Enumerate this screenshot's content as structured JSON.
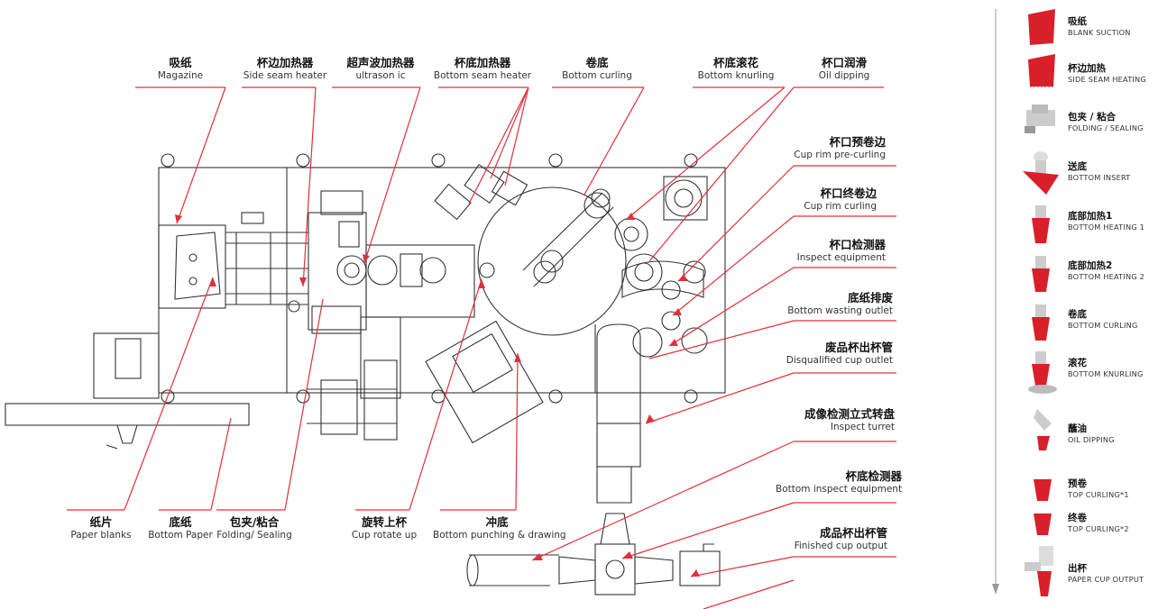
{
  "labels_top": [
    {
      "id": "magazine",
      "zh": "吸纸",
      "en": "Magazine"
    },
    {
      "id": "side-seam-heater",
      "zh": "杯边加热器",
      "en": "Side seam heater"
    },
    {
      "id": "ultrasonic",
      "zh": "超声波加热器",
      "en": "ultrason ic"
    },
    {
      "id": "bottom-seam-heater",
      "zh": "杯底加热器",
      "en": "Bottom seam heater"
    },
    {
      "id": "bottom-curling",
      "zh": "卷底",
      "en": "Bottom curling"
    },
    {
      "id": "bottom-knurling",
      "zh": "杯底滚花",
      "en": "Bottom knurling"
    },
    {
      "id": "oil-dipping",
      "zh": "杯口润滑",
      "en": "Oil dipping"
    }
  ],
  "labels_right": [
    {
      "id": "rim-pre-curling",
      "zh": "杯口预卷边",
      "en": "Cup rim pre-curling"
    },
    {
      "id": "rim-curling",
      "zh": "杯口终卷边",
      "en": "Cup rim curling"
    },
    {
      "id": "inspect-equipment",
      "zh": "杯口检测器",
      "en": "Inspect equipment"
    },
    {
      "id": "bottom-wasting",
      "zh": "底纸排废",
      "en": "Bottom wasting outlet"
    },
    {
      "id": "disqualified-outlet",
      "zh": "废品杯出杯管",
      "en": "Disqualified cup outlet"
    },
    {
      "id": "inspect-turret",
      "zh": "成像检测立式转盘",
      "en": "Inspect turret"
    },
    {
      "id": "bottom-inspect",
      "zh": "杯底检测器",
      "en": "Bottom inspect equipment"
    },
    {
      "id": "finished-output",
      "zh": "成品杯出杯管",
      "en": "Finished cup output"
    }
  ],
  "labels_bottom": [
    {
      "id": "paper-blanks",
      "zh": "纸片",
      "en": "Paper blanks"
    },
    {
      "id": "bottom-paper",
      "zh": "底纸",
      "en": "Bottom Paper"
    },
    {
      "id": "folding-sealing",
      "zh": "包夹/粘合",
      "en": "Folding/ Sealing"
    },
    {
      "id": "cup-rotate-up",
      "zh": "旋转上杯",
      "en": "Cup rotate up"
    },
    {
      "id": "bottom-punching",
      "zh": "冲底",
      "en": "Bottom punching & drawing"
    }
  ],
  "process_steps": [
    {
      "zh": "吸纸",
      "en": "BLANK SUCTION",
      "icon": "blank-suction-icon"
    },
    {
      "zh": "杯边加热",
      "en": "SIDE SEAM HEATING",
      "icon": "side-seam-heating-icon"
    },
    {
      "zh": "包夹 / 粘合",
      "en": "FOLDING / SEALING",
      "icon": "folding-sealing-icon"
    },
    {
      "zh": "送底",
      "en": "BOTTOM INSERT",
      "icon": "bottom-insert-icon"
    },
    {
      "zh": "底部加热1",
      "en": "BOTTOM HEATING 1",
      "icon": "bottom-heating-1-icon"
    },
    {
      "zh": "底部加热2",
      "en": "BOTTOM HEATING 2",
      "icon": "bottom-heating-2-icon"
    },
    {
      "zh": "卷底",
      "en": "BOTTOM CURLING",
      "icon": "bottom-curling-icon"
    },
    {
      "zh": "滚花",
      "en": "BOTTOM KNURLING",
      "icon": "bottom-knurling-icon"
    },
    {
      "zh": "蘸油",
      "en": "OIL DIPPING",
      "icon": "oil-dipping-icon"
    },
    {
      "zh": "预卷",
      "en": "TOP CURLING*1",
      "icon": "top-curling-1-icon"
    },
    {
      "zh": "终卷",
      "en": "TOP CURLING*2",
      "icon": "top-curling-2-icon"
    },
    {
      "zh": "出杯",
      "en": "PAPER CUP OUTPUT",
      "icon": "paper-cup-output-icon"
    }
  ],
  "colors": {
    "accent": "#d8202a",
    "line": "#333333",
    "leader": "#e0303a"
  }
}
